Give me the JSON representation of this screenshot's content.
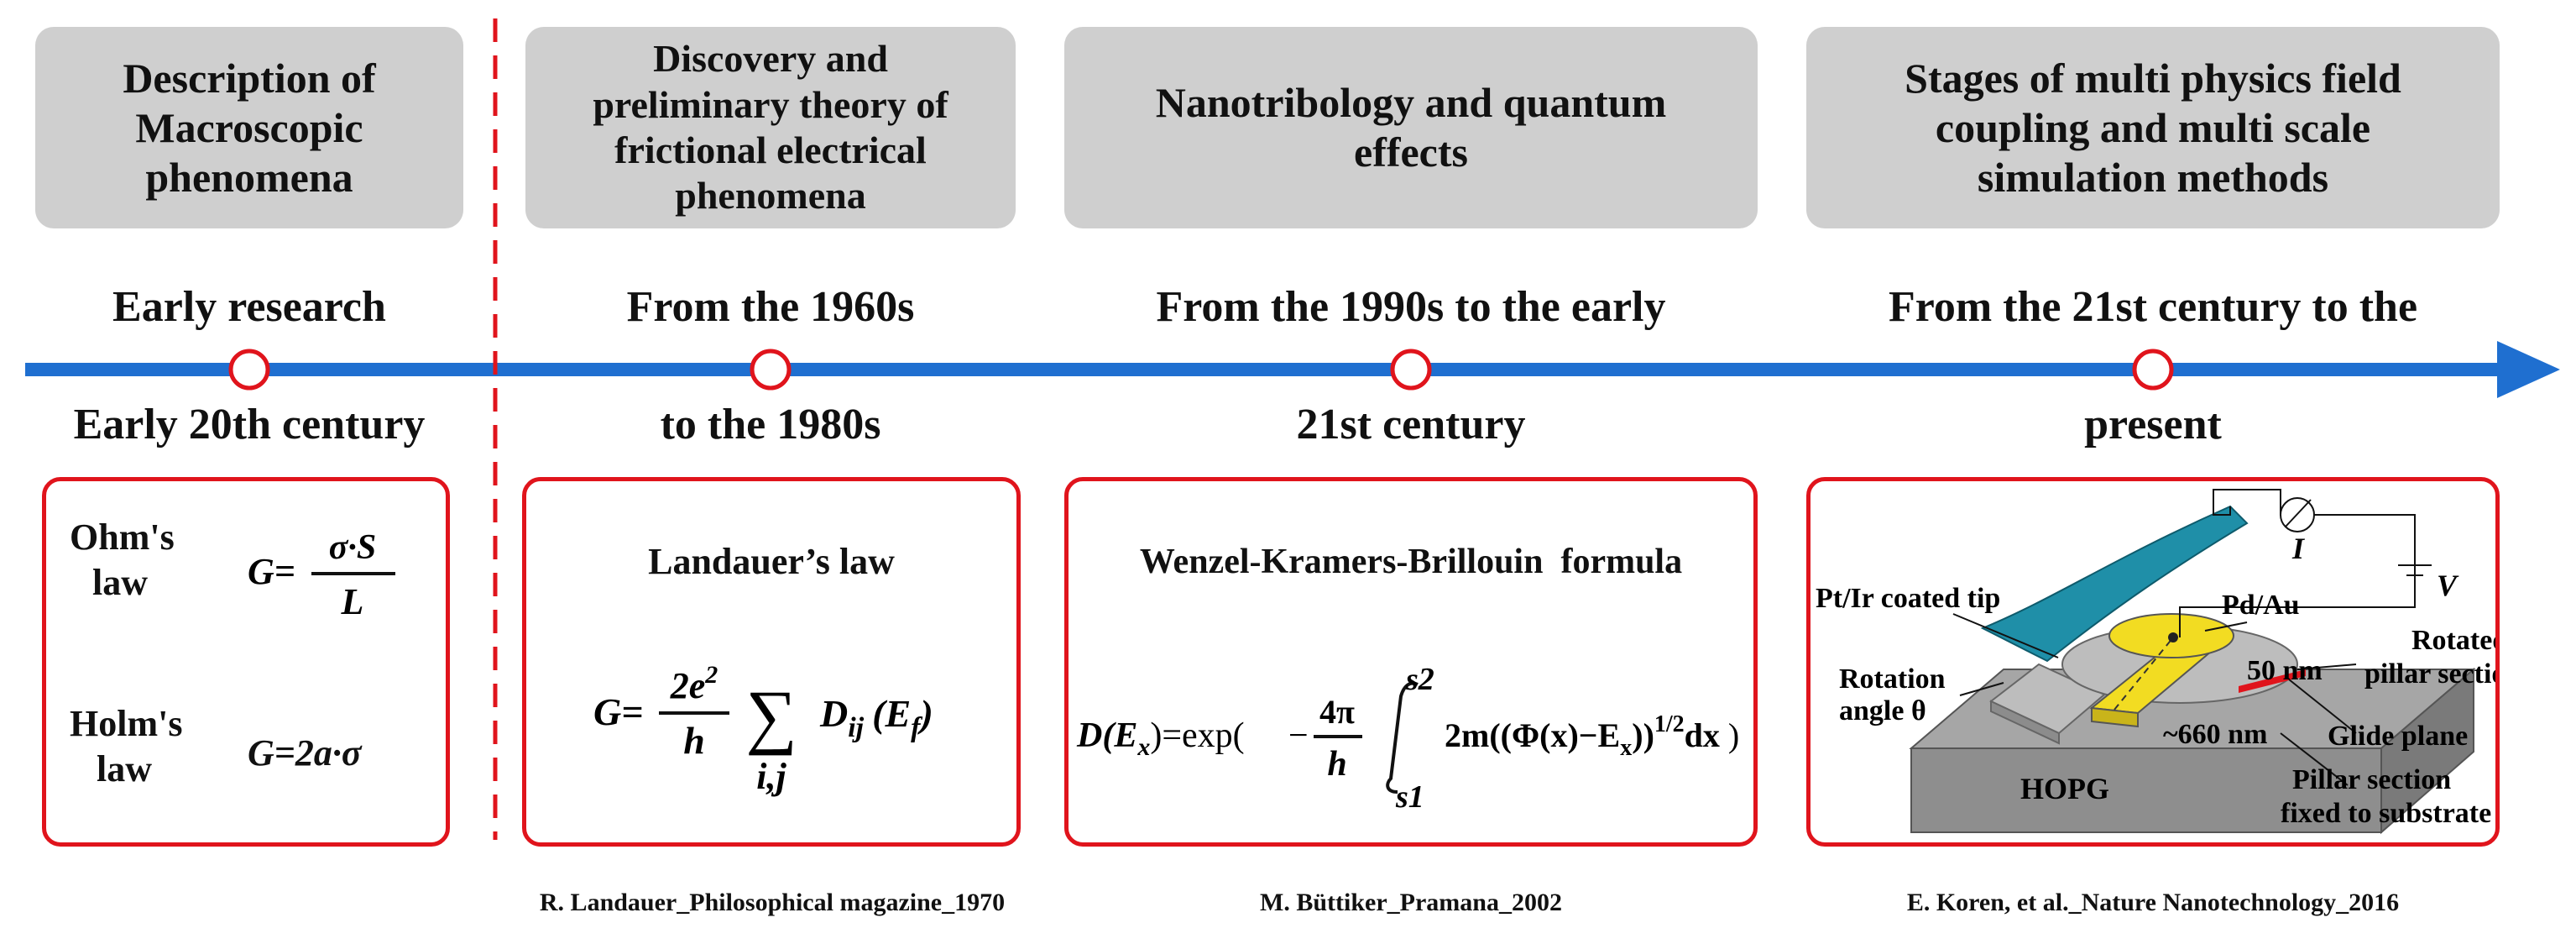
{
  "stages": [
    {
      "lines": [
        "Description of",
        "Macroscopic",
        "phenomena"
      ]
    },
    {
      "lines": [
        "Discovery and",
        "preliminary theory of",
        "frictional electrical",
        "phenomena"
      ]
    },
    {
      "lines": [
        "Nanotribology and quantum",
        "effects"
      ]
    },
    {
      "lines": [
        "Stages of multi physics field",
        "coupling and multi scale",
        "simulation methods"
      ]
    }
  ],
  "periods": [
    {
      "top": "Early research",
      "bottom": "Early 20th century"
    },
    {
      "top": "From the 1960s",
      "bottom": "to the 1980s"
    },
    {
      "top": "From the 1990s to the early",
      "bottom": "21st century"
    },
    {
      "top": "From the 21st century to the",
      "bottom": "present"
    }
  ],
  "box1": {
    "ohm_label_1": "Ohm's",
    "ohm_label_2": "law",
    "ohm_lhs": "G=",
    "ohm_num": "σ·S",
    "ohm_den": "L",
    "holm_label_1": "Holm's",
    "holm_label_2": "law",
    "holm_formula": "G=2a·σ"
  },
  "box2": {
    "title": "Landauer’s law",
    "lhs": "G=",
    "num": "2e",
    "num_sup": "2",
    "den": "h",
    "sum": "∑",
    "sum_sub": "i,j",
    "rhs": "D",
    "rhs_sub": "ij",
    "rhs_arg": "(E",
    "rhs_arg_sub": "f",
    "rhs_close": ")"
  },
  "box3": {
    "title": "Wenzel-Kramers-Brillouin  formula",
    "lhs": "D(E",
    "lhs_sub": "x",
    "lhs_close": ")=exp(",
    "minus": "−",
    "num": "4π",
    "den": "h",
    "int_upper": "s2",
    "int_lower": "s1",
    "integrand": "2m((Φ(x)−E",
    "integrand_sub": "x",
    "integrand_close": "))",
    "power": "1/2",
    "dx": "dx",
    "end": ")"
  },
  "box4": {
    "labels": {
      "tip": "Pt/Ir coated tip",
      "pd": "Pd/Au",
      "rotated_1": "Rotated",
      "rotated_2": "pillar section",
      "nm50": "50 nm",
      "rotation_1": "Rotation",
      "rotation_2": "angle θ",
      "glide": "Glide plane",
      "nm660": "~660 nm",
      "pillar_1": "Pillar section",
      "pillar_2": "fixed to substrate",
      "hopg": "HOPG",
      "current": "I",
      "voltage": "V"
    },
    "colors": {
      "tip": "#1f8fa8",
      "pillar": "#f2dc22",
      "glide": "#e0141c",
      "substrate": "#a6a6a6"
    }
  },
  "refs": [
    "R. Landauer_Philosophical magazine_1970",
    "M. Büttiker_Pramana_2002",
    "E. Koren, et al._Nature Nanotechnology_2016"
  ],
  "colors": {
    "axis": "#1f6fd0",
    "marker_ring": "#e0141c",
    "box_border": "#e0141c",
    "stage_fill": "#cfcfcf",
    "divider": "#e0141c"
  }
}
